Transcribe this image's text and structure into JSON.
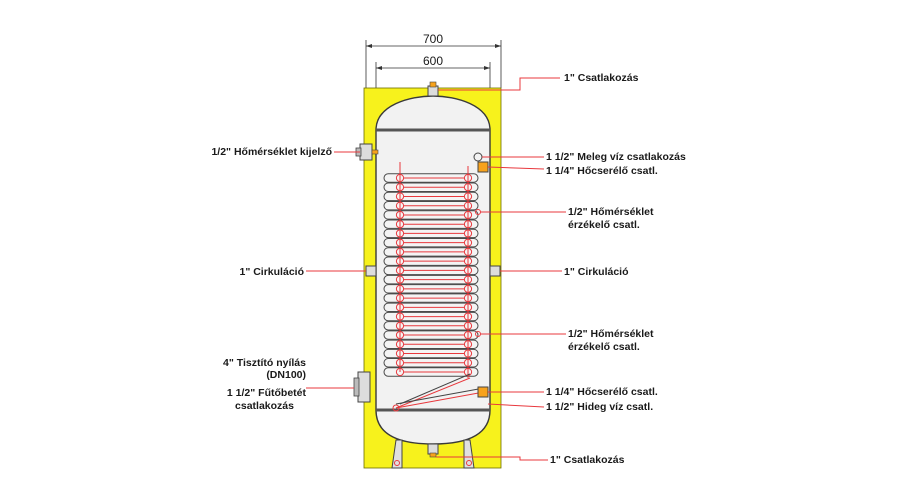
{
  "dimensions": {
    "outer_width": "700",
    "inner_width": "600"
  },
  "labels": {
    "top_connection": "1\" Csatlakozás",
    "temp_display": "1/2\" Hőmérséklet kijelző",
    "hot_water": "1 1/2\" Meleg víz csatlakozás",
    "hx_upper": "1 1/4\" Hőcserélő  csatl.",
    "sensor_upper_line1": "1/2\" Hőmérséklet",
    "sensor_upper_line2": "érzékelő csatl.",
    "circ_left": "1\" Cirkuláció",
    "circ_right": "1\" Cirkuláció",
    "sensor_lower_line1": "1/2\" Hőmérséklet",
    "sensor_lower_line2": "érzékelő csatl.",
    "cleaning_line1": "4\" Tisztító nyílás",
    "cleaning_line2": "(DN100)",
    "heater_line1": "1 1/2\" Fűtőbetét",
    "heater_line2": "csatlakozás",
    "hx_lower": "1 1/4\" Hőcserélő  csatl.",
    "cold_water": "1 1/2\" Hideg víz csatl.",
    "bottom_connection": "1\" Csatlakozás"
  },
  "colors": {
    "insulation": "#f7f21c",
    "tank_fill": "#f2f2f2",
    "tank_stroke": "#3a3a3a",
    "leader": "#e8383d"
  }
}
